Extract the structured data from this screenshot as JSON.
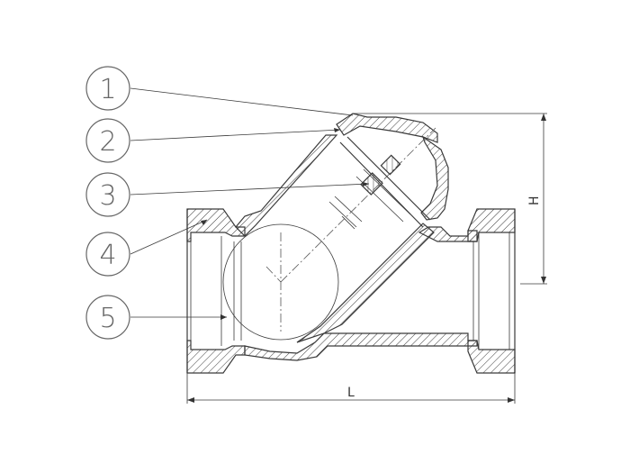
{
  "callouts": [
    {
      "label": "1"
    },
    {
      "label": "2"
    },
    {
      "label": "3"
    },
    {
      "label": "4"
    },
    {
      "label": "5"
    }
  ],
  "dimensions": {
    "height_label": "H",
    "length_label": "L"
  },
  "colors": {
    "ink": "#3a3a3a",
    "callout": "#666666",
    "background": "#ffffff"
  }
}
